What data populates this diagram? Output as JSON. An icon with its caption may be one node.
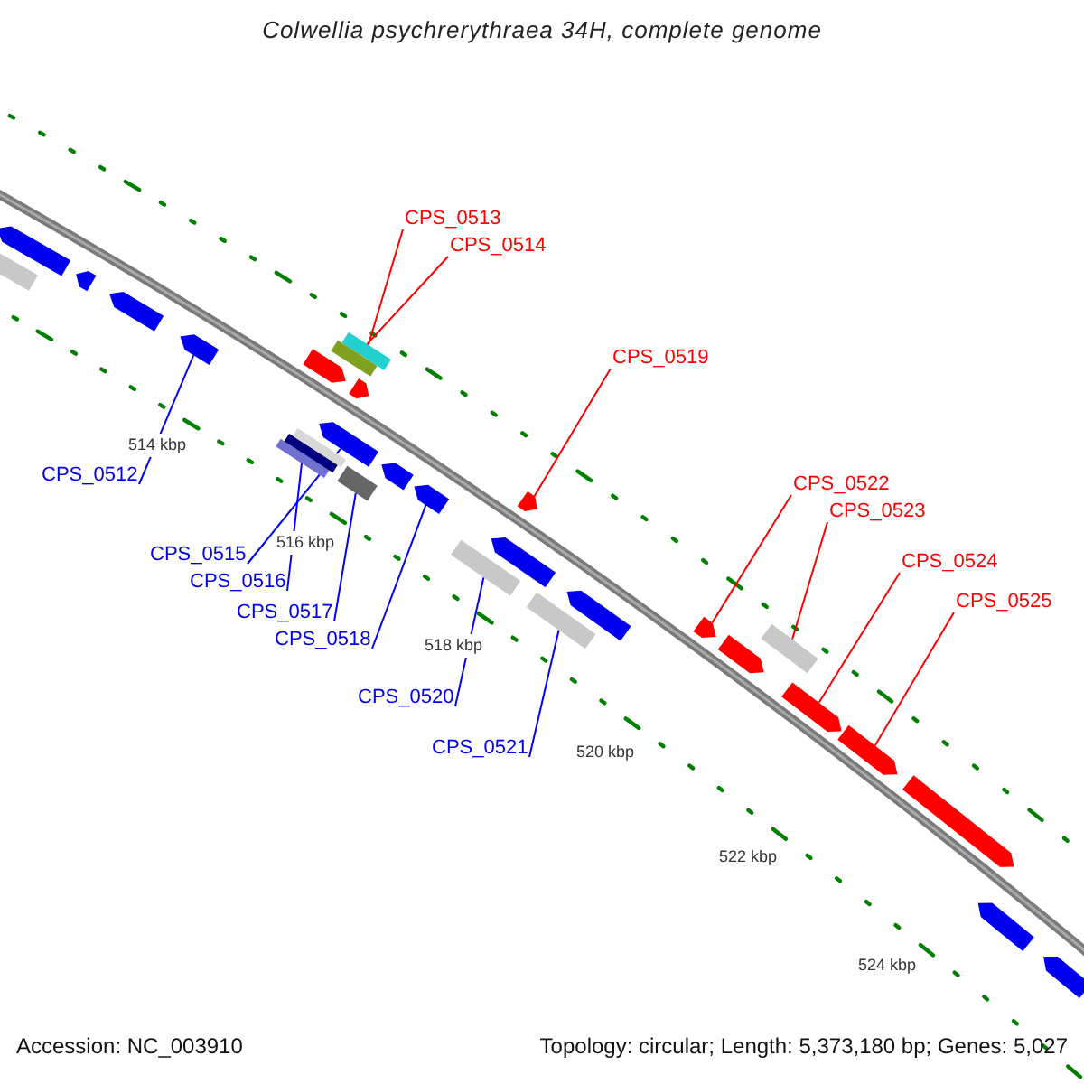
{
  "diagram": {
    "title": "Colwellia psychrerythraea 34H, complete genome",
    "nodes": [
      {
        "text": [
          "CPS_0512"
        ]
      },
      {
        "text": [],
        "shape": "arrow"
      },
      {
        "text": [
          "CPS_0513"
        ]
      },
      {
        "text": [],
        "shape": "box"
      },
      {
        "text": [
          "CPS_0514"
        ]
      },
      {
        "text": [],
        "shape": "box"
      },
      {
        "text": [
          "CPS_0515"
        ]
      },
      {
        "text": [],
        "shape": "arrow"
      },
      {
        "text": [
          "CPS_0516"
        ]
      },
      {
        "text": [],
        "shape": "box"
      },
      {
        "text": [
          "CPS_0517"
        ]
      },
      {
        "text": [],
        "shape": "box"
      },
      {
        "text": [
          "CPS_0518"
        ]
      },
      {
        "text": [],
        "shape": "arrow"
      },
      {
        "text": [
          "CPS_0519"
        ]
      },
      {
        "text": [],
        "shape": "arrow"
      },
      {
        "text": [
          "CPS_0520"
        ]
      },
      {
        "text": [],
        "shape": "box"
      },
      {
        "text": [
          "CPS_0521"
        ]
      },
      {
        "text": [],
        "shape": "box"
      },
      {
        "text": [
          "CPS_0522"
        ]
      },
      {
        "text": [],
        "shape": "arrow"
      },
      {
        "text": [
          "CPS_0523"
        ]
      },
      {
        "text": [],
        "shape": "box"
      },
      {
        "text": [
          "CPS_0524"
        ]
      },
      {
        "text": [],
        "shape": "arrow"
      },
      {
        "text": [
          "CPS_0525"
        ]
      },
      {
        "text": [],
        "shape": "arrow"
      },
      {
        "text": [],
        "shape": "box"
      },
      {
        "text": [],
        "shape": "arrow"
      },
      {
        "text": [],
        "shape": "arrow"
      },
      {
        "text": [],
        "shape": "arrow"
      },
      {
        "text": [],
        "shape": "arrow"
      },
      {
        "text": [],
        "shape": "box"
      },
      {
        "text": [],
        "shape": "box"
      },
      {
        "text": [],
        "shape": "arrow"
      },
      {
        "text": [],
        "shape": "arrow"
      },
      {
        "text": [],
        "shape": "arrow"
      },
      {
        "text": [],
        "shape": "arrow"
      },
      {
        "text": [],
        "shape": "arrow"
      },
      {
        "text": [],
        "shape": "arrow"
      },
      {
        "text": [],
        "shape": "arrow"
      },
      {
        "text": [],
        "shape": "arrow"
      }
    ],
    "edges": [
      {
        "from": 0,
        "to": 1,
        "arrow": "none",
        "color": "#0000ff"
      },
      {
        "from": 2,
        "to": 3,
        "arrow": "none",
        "color": "#ff0000"
      },
      {
        "from": 4,
        "to": 5,
        "arrow": "none",
        "color": "#ff0000"
      },
      {
        "from": 6,
        "to": 7,
        "arrow": "none",
        "color": "#0000ff"
      },
      {
        "from": 8,
        "to": 9,
        "arrow": "none",
        "color": "#0000ff"
      },
      {
        "from": 10,
        "to": 11,
        "arrow": "none",
        "color": "#0000ff"
      },
      {
        "from": 12,
        "to": 13,
        "arrow": "none",
        "color": "#0000ff"
      },
      {
        "from": 14,
        "to": 15,
        "arrow": "none",
        "color": "#ff0000"
      },
      {
        "from": 16,
        "to": 17,
        "arrow": "none",
        "color": "#0000ff"
      },
      {
        "from": 18,
        "to": 19,
        "arrow": "none",
        "color": "#0000ff"
      },
      {
        "from": 20,
        "to": 21,
        "arrow": "none",
        "color": "#ff0000"
      },
      {
        "from": 22,
        "to": 23,
        "arrow": "none",
        "color": "#ff0000"
      },
      {
        "from": 24,
        "to": 25,
        "arrow": "none",
        "color": "#ff0000"
      },
      {
        "from": 26,
        "to": 27,
        "arrow": "none",
        "color": "#ff0000"
      }
    ],
    "labels": [
      "514 kbp",
      "516 kbp",
      "518 kbp",
      "520 kbp",
      "522 kbp",
      "524 kbp",
      "Accession: NC_003910",
      "Topology: circular; Length: 5,373,180 bp; Genes: 5,027"
    ]
  }
}
